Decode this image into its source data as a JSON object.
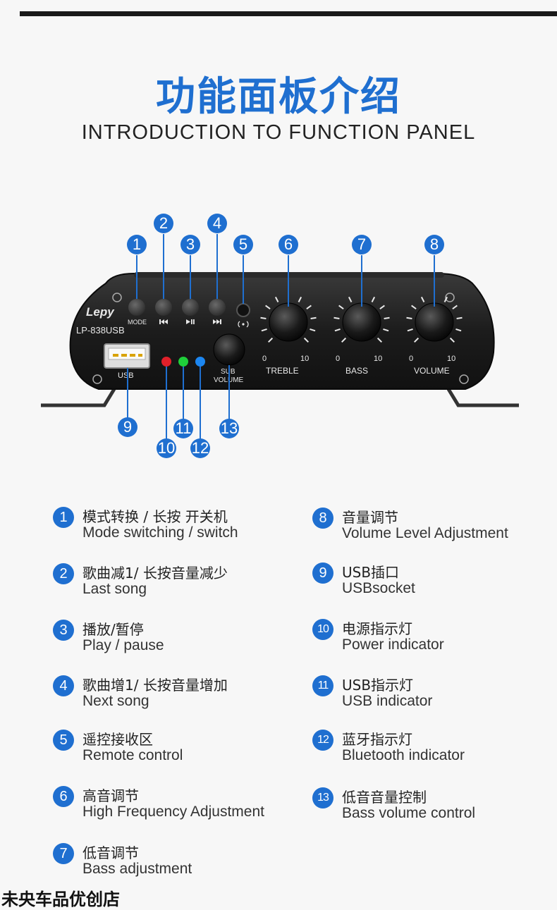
{
  "header": {
    "title_cn": "功能面板介绍",
    "title_en": "INTRODUCTION TO FUNCTION PANEL"
  },
  "device": {
    "brand": "Lepy",
    "model": "LP-838USB",
    "labels": {
      "mode": "MODE",
      "usb": "USB",
      "sub_volume_1": "SUB",
      "sub_volume_2": "VOLUME",
      "treble": "TREBLE",
      "bass": "BASS",
      "volume": "VOLUME",
      "scale_min": "0",
      "scale_max": "10"
    },
    "led_colors": {
      "power": "#e0202a",
      "usb": "#1fcf3a",
      "bluetooth": "#1c86f0"
    }
  },
  "callouts": [
    "1",
    "2",
    "3",
    "4",
    "5",
    "6",
    "7",
    "8",
    "9",
    "10",
    "11",
    "12",
    "13"
  ],
  "legend": [
    {
      "num": "1",
      "cn": "模式转换 / 长按 开关机",
      "en": "Mode switching / switch"
    },
    {
      "num": "2",
      "cn": "歌曲减1/ 长按音量减少",
      "en": " Last song"
    },
    {
      "num": "3",
      "cn": "播放/暂停",
      "en": "Play / pause"
    },
    {
      "num": "4",
      "cn": "歌曲增1/  长按音量增加",
      "en": "Next song"
    },
    {
      "num": "5",
      "cn": "遥控接收区",
      "en": "Remote control"
    },
    {
      "num": "6",
      "cn": "高音调节",
      "en": "High Frequency Adjustment"
    },
    {
      "num": "7",
      "cn": "低音调节",
      "en": "Bass adjustment"
    },
    {
      "num": "8",
      "cn": "音量调节",
      "en": "Volume Level Adjustment"
    },
    {
      "num": "9",
      "cn": "USB插口",
      "en": "USBsocket"
    },
    {
      "num": "10",
      "cn": "电源指示灯",
      "en": "Power indicator"
    },
    {
      "num": "11",
      "cn": "USB指示灯",
      "en": "USB indicator"
    },
    {
      "num": "12",
      "cn": "蓝牙指示灯",
      "en": "Bluetooth indicator"
    },
    {
      "num": "13",
      "cn": "低音音量控制",
      "en": "Bass volume control"
    }
  ],
  "footer": {
    "shop_name": "未央车品优创店"
  },
  "colors": {
    "accent": "#1f6fd0",
    "panel": "#1b1b1b"
  }
}
